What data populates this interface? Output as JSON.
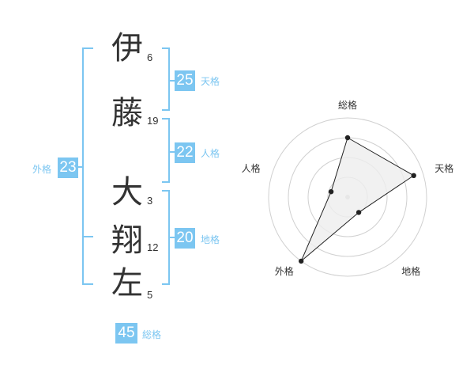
{
  "name_chars": [
    {
      "char": "伊",
      "strokes": "6"
    },
    {
      "char": "藤",
      "strokes": "19"
    },
    {
      "char": "大",
      "strokes": "3"
    },
    {
      "char": "翔",
      "strokes": "12"
    },
    {
      "char": "左",
      "strokes": "5"
    }
  ],
  "fortunes": {
    "tenkaku": {
      "value": "25",
      "label": "天格"
    },
    "jinkaku": {
      "value": "22",
      "label": "人格"
    },
    "chikaku": {
      "value": "20",
      "label": "地格"
    },
    "gaikaku": {
      "value": "23",
      "label": "外格"
    },
    "soukaku": {
      "value": "45",
      "label": "総格"
    }
  },
  "chart_data": {
    "type": "radar",
    "axes": [
      "総格",
      "天格",
      "地格",
      "外格",
      "人格"
    ],
    "values": [
      0.75,
      0.88,
      0.24,
      1.0,
      0.22
    ],
    "range": [
      0,
      1
    ],
    "rings": 4
  },
  "colors": {
    "accent": "#7cc6f1",
    "text": "#333333",
    "grid": "#d0d0d0",
    "fill": "#eeeeee",
    "line": "#222222"
  }
}
